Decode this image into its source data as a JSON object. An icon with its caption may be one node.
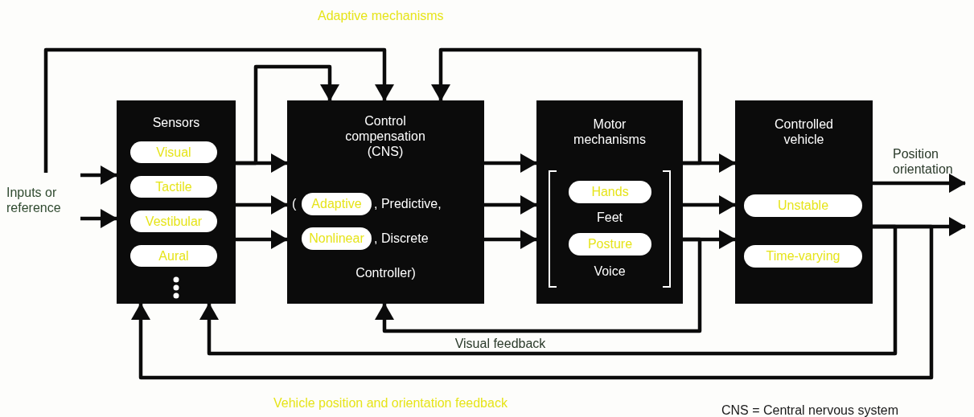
{
  "diagram": {
    "nodes": [
      {
        "text": [
          "Sensors"
        ]
      },
      {
        "text": [
          "Visual"
        ],
        "in": 0
      },
      {
        "text": [
          "Tactile"
        ],
        "in": 0
      },
      {
        "text": [
          "Vestibular"
        ],
        "in": 0
      },
      {
        "text": [
          "Aural"
        ],
        "in": 0
      },
      {
        "text": [
          "Control compensation (CNS)",
          "(",
          ", Predictive,",
          ", Discrete",
          "Controller)"
        ]
      },
      {
        "text": [
          "Adaptive"
        ],
        "in": 5
      },
      {
        "text": [
          "Nonlinear"
        ],
        "in": 5
      },
      {
        "text": [
          "Motor mechanisms",
          "Feet",
          "Voice"
        ]
      },
      {
        "text": [
          "Hands"
        ],
        "in": 8
      },
      {
        "text": [
          "Posture"
        ],
        "in": 8
      },
      {
        "text": [
          "Controlled vehicle"
        ]
      },
      {
        "text": [
          "Unstable"
        ],
        "in": 11
      },
      {
        "text": [
          "Time-varying"
        ],
        "in": 11
      }
    ],
    "edges": [
      {
        "from": null,
        "to": 0,
        "arrow": "to"
      },
      {
        "from": null,
        "to": 0,
        "arrow": "to"
      },
      {
        "from": null,
        "to": 5,
        "arrow": "to"
      },
      {
        "from": 0,
        "to": 5,
        "arrow": "to"
      },
      {
        "from": 0,
        "to": 5,
        "arrow": "to"
      },
      {
        "from": 0,
        "to": 5,
        "arrow": "to"
      },
      {
        "from": 0,
        "to": 5,
        "arrow": "to"
      },
      {
        "from": 8,
        "to": 5,
        "arrow": "to"
      },
      {
        "from": 5,
        "to": 8,
        "arrow": "to"
      },
      {
        "from": 5,
        "to": 8,
        "arrow": "to"
      },
      {
        "from": 5,
        "to": 8,
        "arrow": "to"
      },
      {
        "from": 8,
        "to": 11,
        "arrow": "to"
      },
      {
        "from": 8,
        "to": 11,
        "arrow": "to"
      },
      {
        "from": 8,
        "to": 11,
        "arrow": "to"
      },
      {
        "from": 8,
        "to": 5,
        "arrow": "to",
        "label": "Visual feedback"
      },
      {
        "from": 11,
        "to": null,
        "arrow": "to",
        "label": "Position orientation"
      },
      {
        "from": 11,
        "to": null,
        "arrow": "to"
      },
      {
        "from": 11,
        "to": 0,
        "arrow": "to"
      },
      {
        "from": 11,
        "to": 0,
        "arrow": "to"
      }
    ],
    "labels": [
      "Adaptive mechanisms",
      "Inputs or reference",
      "Vehicle position and orientation feedback",
      "CNS = Central nervous system"
    ]
  }
}
